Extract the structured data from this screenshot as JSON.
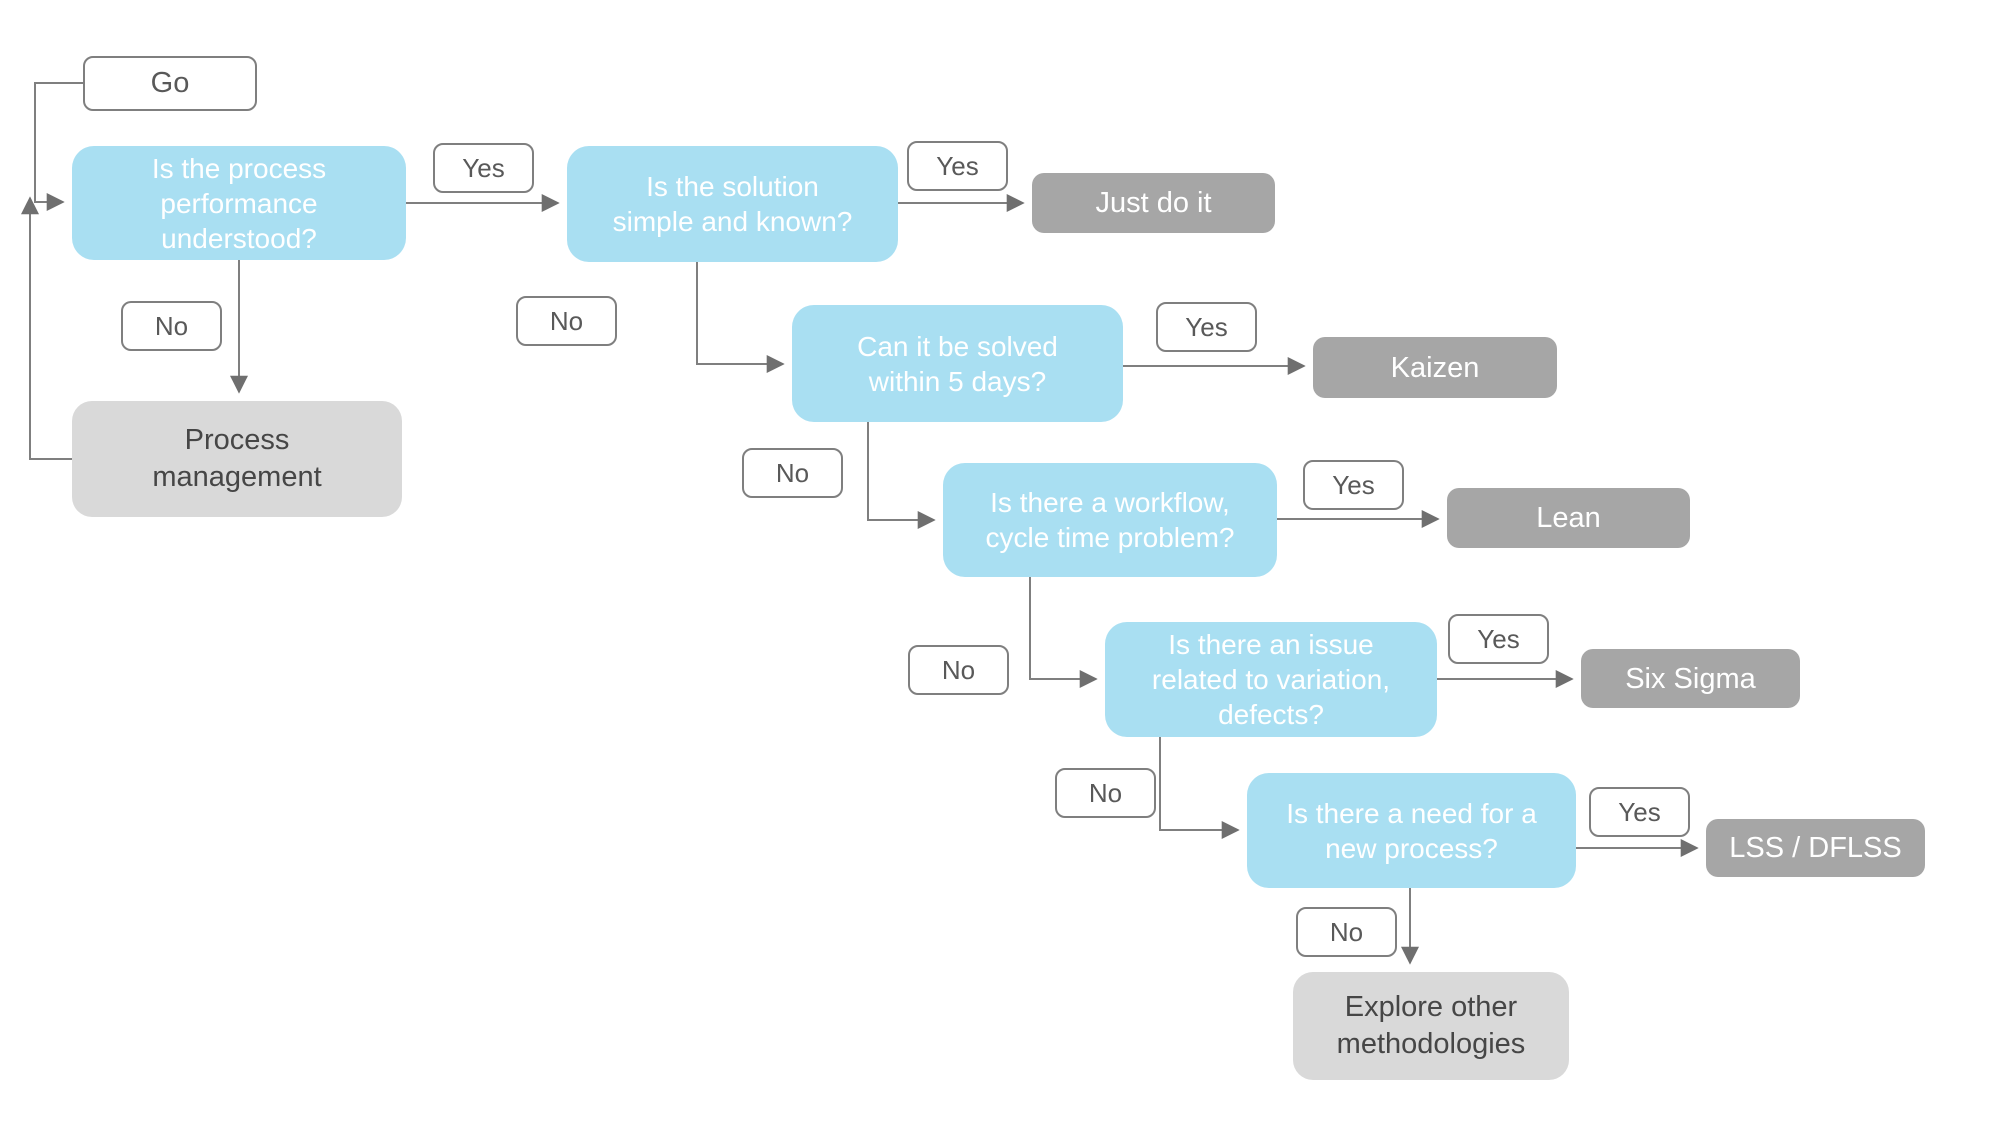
{
  "diagram": {
    "type": "decision-flowchart",
    "description": "Process improvement methodology selection flowchart",
    "colors": {
      "question_fill": "#A9DFF2",
      "question_text": "#FFFFFF",
      "outcome_fill": "#A6A6A6",
      "outcome_text": "#FFFFFF",
      "terminal_fill": "#D9D9D9",
      "terminal_text": "#464646",
      "badge_border": "#7F7F7F",
      "badge_text": "#595959",
      "connector": "#7F7F7F",
      "background": "#FFFFFF"
    },
    "labels": {
      "yes": "Yes",
      "no": "No"
    },
    "start": {
      "label": "Go"
    },
    "questions": [
      {
        "id": "q1",
        "text": "Is the process\nperformance\nunderstood?"
      },
      {
        "id": "q2",
        "text": "Is the solution\nsimple and known?"
      },
      {
        "id": "q3",
        "text": "Can it be solved\nwithin 5 days?"
      },
      {
        "id": "q4",
        "text": "Is there a workflow,\ncycle time problem?"
      },
      {
        "id": "q5",
        "text": "Is there an issue\nrelated to variation,\ndefects?"
      },
      {
        "id": "q6",
        "text": "Is there a need for a\nnew process?"
      }
    ],
    "outcomes": [
      {
        "id": "just-do-it",
        "text": "Just do it"
      },
      {
        "id": "kaizen",
        "text": "Kaizen"
      },
      {
        "id": "lean",
        "text": "Lean"
      },
      {
        "id": "six-sigma",
        "text": "Six Sigma"
      },
      {
        "id": "lss-dflss",
        "text": "LSS / DFLSS"
      }
    ],
    "terminals": [
      {
        "id": "process-management",
        "text": "Process\nmanagement"
      },
      {
        "id": "explore",
        "text": "Explore other\nmethodologies"
      }
    ],
    "flow": [
      {
        "from": "Go",
        "answer": "",
        "to": "Is the process performance understood?"
      },
      {
        "from": "Is the process performance understood?",
        "answer": "Yes",
        "to": "Is the solution simple and known?"
      },
      {
        "from": "Is the process performance understood?",
        "answer": "No",
        "to": "Process management"
      },
      {
        "from": "Process management",
        "answer": "",
        "to": "Is the process performance understood?"
      },
      {
        "from": "Is the solution simple and known?",
        "answer": "Yes",
        "to": "Just do it"
      },
      {
        "from": "Is the solution simple and known?",
        "answer": "No",
        "to": "Can it be solved within 5 days?"
      },
      {
        "from": "Can it be solved within 5 days?",
        "answer": "Yes",
        "to": "Kaizen"
      },
      {
        "from": "Can it be solved within 5 days?",
        "answer": "No",
        "to": "Is there a workflow, cycle time problem?"
      },
      {
        "from": "Is there a workflow, cycle time problem?",
        "answer": "Yes",
        "to": "Lean"
      },
      {
        "from": "Is there a workflow, cycle time problem?",
        "answer": "No",
        "to": "Is there an issue related to variation, defects?"
      },
      {
        "from": "Is there an issue related to variation, defects?",
        "answer": "Yes",
        "to": "Six Sigma"
      },
      {
        "from": "Is there an issue related to variation, defects?",
        "answer": "No",
        "to": "Is there a need for a new process?"
      },
      {
        "from": "Is there a need for a new process?",
        "answer": "Yes",
        "to": "LSS / DFLSS"
      },
      {
        "from": "Is there a need for a new process?",
        "answer": "No",
        "to": "Explore other methodologies"
      }
    ]
  }
}
